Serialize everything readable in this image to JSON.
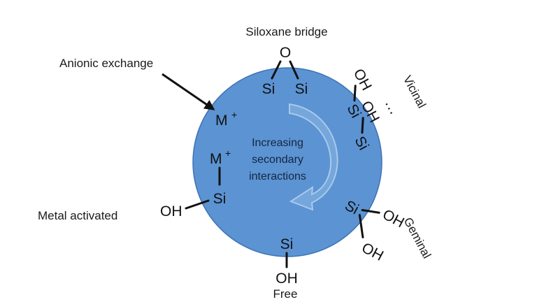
{
  "colors": {
    "sphere": "#5b93d3",
    "sphere_edge": "#3f73b4",
    "arrow_fill": "#7aa9dd",
    "arrow_edge": "#a9c9ea",
    "ink": "#111111"
  },
  "labels": {
    "siloxane_bridge": "Siloxane bridge",
    "anionic_exchange": "Anionic exchange",
    "vicinal": "Vicinal",
    "metal_activated": "Metal activated",
    "geminal": "Geminal",
    "free": "Free"
  },
  "center_text": {
    "line1": "Increasing",
    "line2": "secondary",
    "line3": "interactions"
  },
  "chem": {
    "O": "O",
    "Si": "Si",
    "OH": "OH",
    "M": "M",
    "plus": "+",
    "hbond": "···"
  }
}
